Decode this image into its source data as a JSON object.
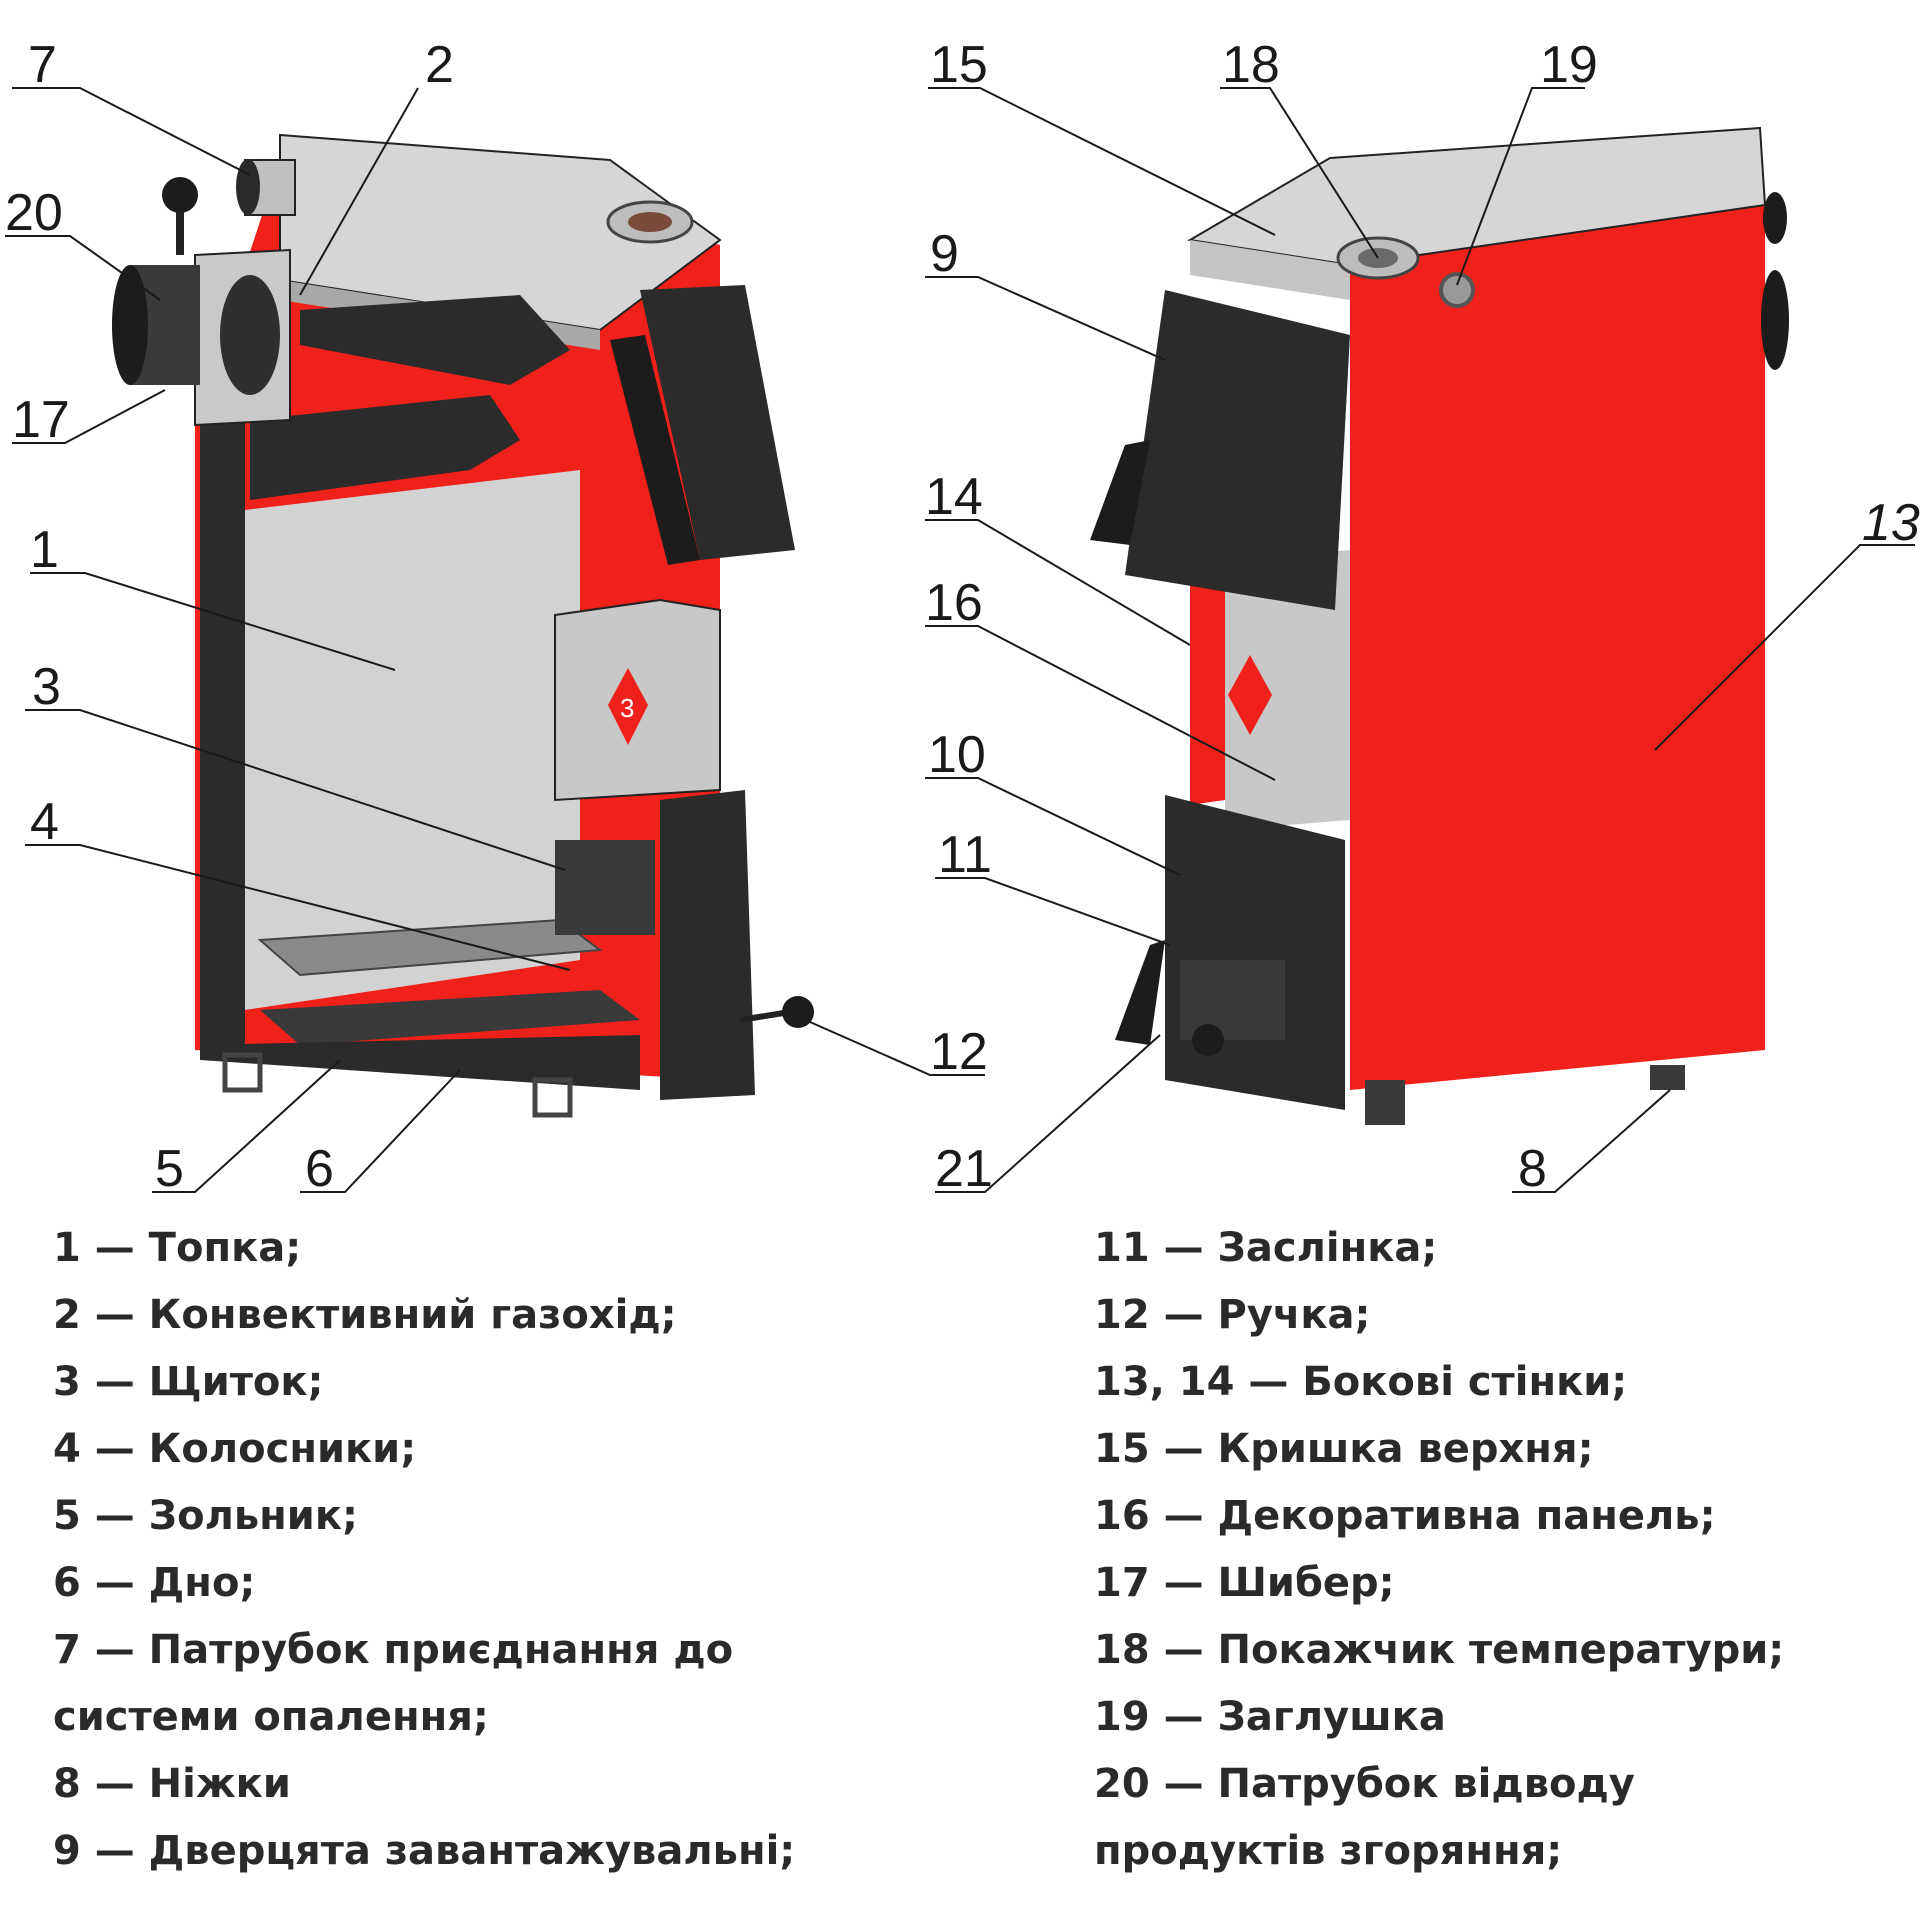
{
  "callouts": [
    "7",
    "2",
    "20",
    "17",
    "1",
    "3",
    "4",
    "5",
    "6",
    "12",
    "15",
    "18",
    "19",
    "9",
    "14",
    "16",
    "10",
    "11",
    "21",
    "8",
    "13"
  ],
  "emblem_text": "3",
  "legend": {
    "left": [
      "1 — Топка;",
      "2 — Конвективний газохід;",
      "3 — Щиток;",
      "4 — Колосники;",
      "5 — Зольник;",
      "6 — Дно;",
      "7 — Патрубок приєднання до системи опалення;",
      "8 — Ніжки",
      "9 — Дверцята завантажувальні;"
    ],
    "right": [
      "11 — Заслінка;",
      "12 — Ручка;",
      "13, 14 — Бокові стінки;",
      "15 — Кришка верхня;",
      "16 — Декоративна панель;",
      "17 — Шибер;",
      "18 — Покажчик температури;",
      "19 — Заглушка",
      "20 — Патрубок відводу продуктів згоряння;"
    ]
  },
  "colors": {
    "body_red": "#f0201a",
    "steel_light": "#d2d2d2",
    "steel_mid": "#b8b8b8",
    "dark_metal": "#2b2b2b",
    "text": "#2a2a2a"
  }
}
